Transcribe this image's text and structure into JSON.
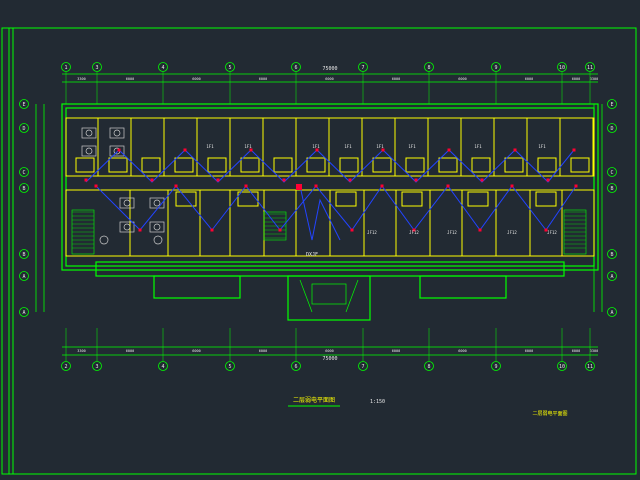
{
  "drawing": {
    "overall_dim_top": "75000",
    "overall_dim_bottom": "75000",
    "axes_bottom": [
      "2",
      "3",
      "4",
      "5",
      "6",
      "7",
      "8",
      "9",
      "10",
      "11"
    ],
    "axes_top": [
      "1",
      "3",
      "4",
      "5",
      "6",
      "7",
      "8",
      "9",
      "10",
      "11"
    ],
    "axes_left": [
      "E",
      "D",
      "C",
      "B",
      "A",
      "A"
    ],
    "axes_right": [
      "E",
      "D",
      "C",
      "B",
      "A",
      "A"
    ],
    "top_dims": [
      "3300",
      "6000",
      "6000",
      "6000",
      "6000",
      "6000",
      "6000",
      "6000",
      "6000",
      "3300"
    ],
    "bottom_dims": [
      "3300",
      "6000",
      "6000",
      "6000",
      "6000",
      "6000",
      "6000",
      "6000",
      "6000",
      "3300"
    ],
    "room_labels_upper": [
      "1F1",
      "1F1",
      "1F1",
      "1F1",
      "1F1",
      "1F1",
      "1F1",
      "1F1"
    ],
    "room_labels_lower": [
      "JF12",
      "JF12",
      "JF12",
      "JF12",
      "JF12"
    ],
    "lobby_label": "DXJF",
    "title_main": "二层弱电平面图",
    "title_scale": "1:150",
    "title_right": "二层弱电平面图",
    "colors": {
      "background": "#222a33",
      "frame": "#00ff00",
      "walls": "#ffff00",
      "wiring": "#2244ff",
      "devices": "#ff0033",
      "text": "#e8e8e8",
      "furniture": "#cccccc"
    }
  }
}
